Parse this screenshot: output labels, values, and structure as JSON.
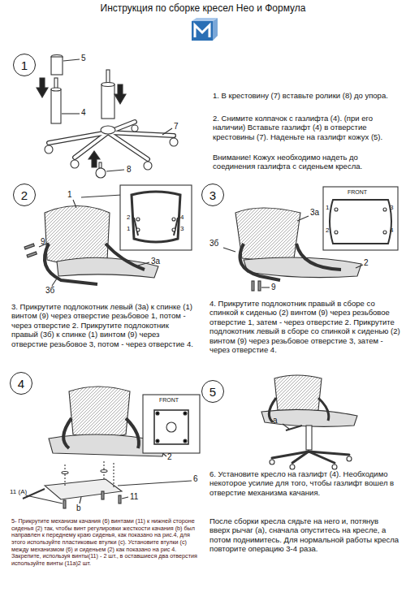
{
  "diagram": {
    "title": "Инструкция по сборке кресел Нео и Формула",
    "nodes": [
      {
        "text": [
          "1"
        ]
      },
      {
        "text": [
          "2"
        ]
      },
      {
        "text": [
          "3"
        ]
      },
      {
        "text": [
          "4"
        ]
      },
      {
        "text": [
          "5"
        ]
      }
    ],
    "edges": [],
    "labels": [
      "5",
      "4",
      "7",
      "8",
      "1. В крестовину (7) вставьте ролики (8) до упора.",
      "2. Снимите колпачок с газлифта (4). (при его наличии) Вставьте газлифт (4) в отверстие крестовины (7). Наденьте на газлифт кожух (5).",
      "Внимание! Кожух необходимо надеть до соединения газлифта с сиденьем кресла.",
      "1",
      "2",
      "4",
      "1",
      "3",
      "9",
      "3а",
      "3б",
      "3. Прикрутите подлокотник левый (3а) к спинке (1) винтом (9) через отверстие резьбовое 1, потом - через отверстие 2. Прикрутите подлокотник правый (3б) к спинке (1) винтом (9) через отверстие резьбовое 3, потом - через отверстие 4.",
      "3а",
      "FRONT",
      "1",
      "2",
      "3",
      "4",
      "3б",
      "2",
      "9",
      "4. Прикрутите подлокотник правый в сборе со спинкой к сиденью (2) винтом (9) через резьбовое отверстие 1, затем - через отверстие 2. Прикрутите подлокотник левый в сборе со спинкой к сиденью (2) винтом (9) через резьбовое отверстие 3, затем - через отверстие 4.",
      "FRONT",
      "2",
      "6",
      "11 (A)",
      "11",
      "b",
      "5- Прикрутите механизм качания (6) винтами (11) к нижней стороне сиденья (2) так, чтобы винт регулировки жесткости качания (b) был направлен к переднему краю сиденья, как показано на рис.4, для этого используйте пластиковые втулки (c). Установите втулки (c) между механизмом (6) и сиденьем (2) как показано на рис 4. Закрепите, используя винты(11) - 2 шт., в оставшиеся два отверстия используйте винты (11а)2 шт.",
      "a",
      "6. Установите кресло на газлифт (4). Необходимо некоторое усилие для того, чтобы газлифт вошел в отверстие механизма качания.",
      "После сборки кресла сядьте на него и, потянув вверх рычаг (а), сначала опуститесь на кресле, а потом поднимитесь. Для нормальной работы кресла повторите операцию 3-4 раза."
    ]
  }
}
